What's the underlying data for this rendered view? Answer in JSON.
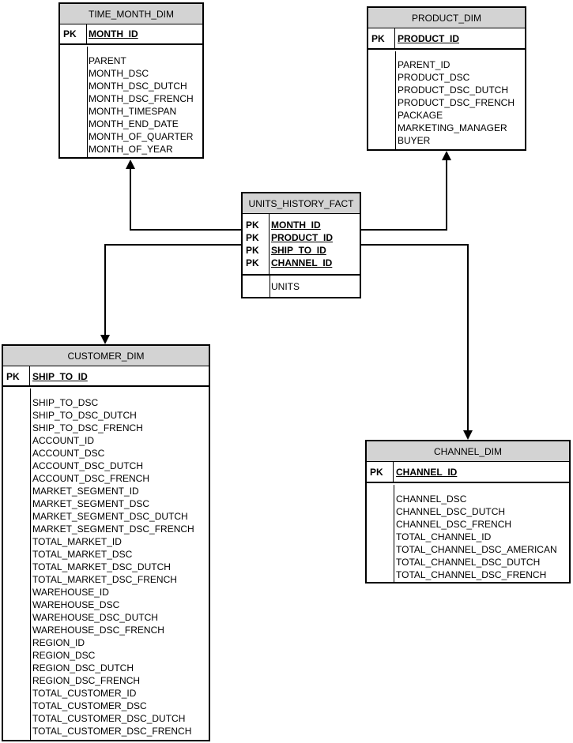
{
  "entities": {
    "time_month_dim": {
      "title": "TIME_MONTH_DIM",
      "pk_label": "PK",
      "keys": [
        "MONTH_ID"
      ],
      "attributes": [
        "PARENT",
        "MONTH_DSC",
        "MONTH_DSC_DUTCH",
        "MONTH_DSC_FRENCH",
        "MONTH_TIMESPAN",
        "MONTH_END_DATE",
        "MONTH_OF_QUARTER",
        "MONTH_OF_YEAR"
      ]
    },
    "product_dim": {
      "title": "PRODUCT_DIM",
      "pk_label": "PK",
      "keys": [
        "PRODUCT_ID"
      ],
      "attributes": [
        "PARENT_ID",
        "PRODUCT_DSC",
        "PRODUCT_DSC_DUTCH",
        "PRODUCT_DSC_FRENCH",
        "PACKAGE",
        "MARKETING_MANAGER",
        "BUYER"
      ]
    },
    "units_history_fact": {
      "title": "UNITS_HISTORY_FACT",
      "pk_label": "PK",
      "keys": [
        "MONTH_ID",
        "PRODUCT_ID",
        "SHIP_TO_ID",
        "CHANNEL_ID"
      ],
      "attributes": [
        "UNITS"
      ]
    },
    "customer_dim": {
      "title": "CUSTOMER_DIM",
      "pk_label": "PK",
      "keys": [
        "SHIP_TO_ID"
      ],
      "attributes": [
        "SHIP_TO_DSC",
        "SHIP_TO_DSC_DUTCH",
        "SHIP_TO_DSC_FRENCH",
        "ACCOUNT_ID",
        "ACCOUNT_DSC",
        "ACCOUNT_DSC_DUTCH",
        "ACCOUNT_DSC_FRENCH",
        "MARKET_SEGMENT_ID",
        "MARKET_SEGMENT_DSC",
        "MARKET_SEGMENT_DSC_DUTCH",
        "MARKET_SEGMENT_DSC_FRENCH",
        "TOTAL_MARKET_ID",
        "TOTAL_MARKET_DSC",
        "TOTAL_MARKET_DSC_DUTCH",
        "TOTAL_MARKET_DSC_FRENCH",
        "WAREHOUSE_ID",
        "WAREHOUSE_DSC",
        "WAREHOUSE_DSC_DUTCH",
        "WAREHOUSE_DSC_FRENCH",
        "REGION_ID",
        "REGION_DSC",
        "REGION_DSC_DUTCH",
        "REGION_DSC_FRENCH",
        "TOTAL_CUSTOMER_ID",
        "TOTAL_CUSTOMER_DSC",
        "TOTAL_CUSTOMER_DSC_DUTCH",
        "TOTAL_CUSTOMER_DSC_FRENCH"
      ]
    },
    "channel_dim": {
      "title": "CHANNEL_DIM",
      "pk_label": "PK",
      "keys": [
        "CHANNEL_ID"
      ],
      "attributes": [
        "CHANNEL_DSC",
        "CHANNEL_DSC_DUTCH",
        "CHANNEL_DSC_FRENCH",
        "TOTAL_CHANNEL_ID",
        "TOTAL_CHANNEL_DSC_AMERICAN",
        "TOTAL_CHANNEL_DSC_DUTCH",
        "TOTAL_CHANNEL_DSC_FRENCH"
      ]
    }
  },
  "relationships": [
    {
      "from": "units_history_fact",
      "to": "time_month_dim"
    },
    {
      "from": "units_history_fact",
      "to": "product_dim"
    },
    {
      "from": "units_history_fact",
      "to": "customer_dim"
    },
    {
      "from": "units_history_fact",
      "to": "channel_dim"
    }
  ],
  "colors": {
    "header_fill": "#d3d3d3",
    "line": "#000000",
    "background": "#ffffff"
  }
}
